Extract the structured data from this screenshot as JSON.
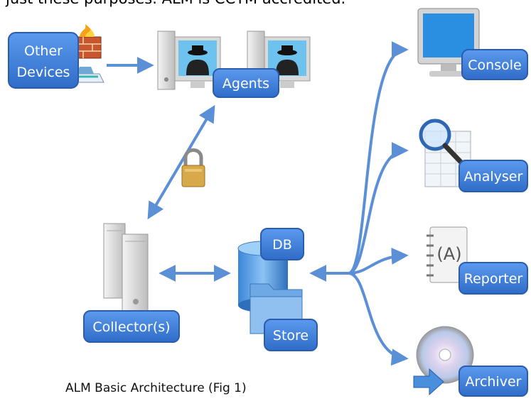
{
  "intro_text": "just these purposes. ALM is CCTM accredited.",
  "caption": "ALM Basic Architecture (Fig 1)",
  "nodes": {
    "other_devices": {
      "line1": "Other",
      "line2": "Devices"
    },
    "agents": "Agents",
    "db": "DB",
    "store": "Store",
    "collectors": "Collector(s)",
    "console": "Console",
    "analyser": "Analyser",
    "reporter": "Reporter",
    "archiver": "Archiver"
  },
  "colors": {
    "label_fill": "#3f7fe0",
    "label_border": "#2a5cb0",
    "arrow": "#5b8fd6"
  }
}
